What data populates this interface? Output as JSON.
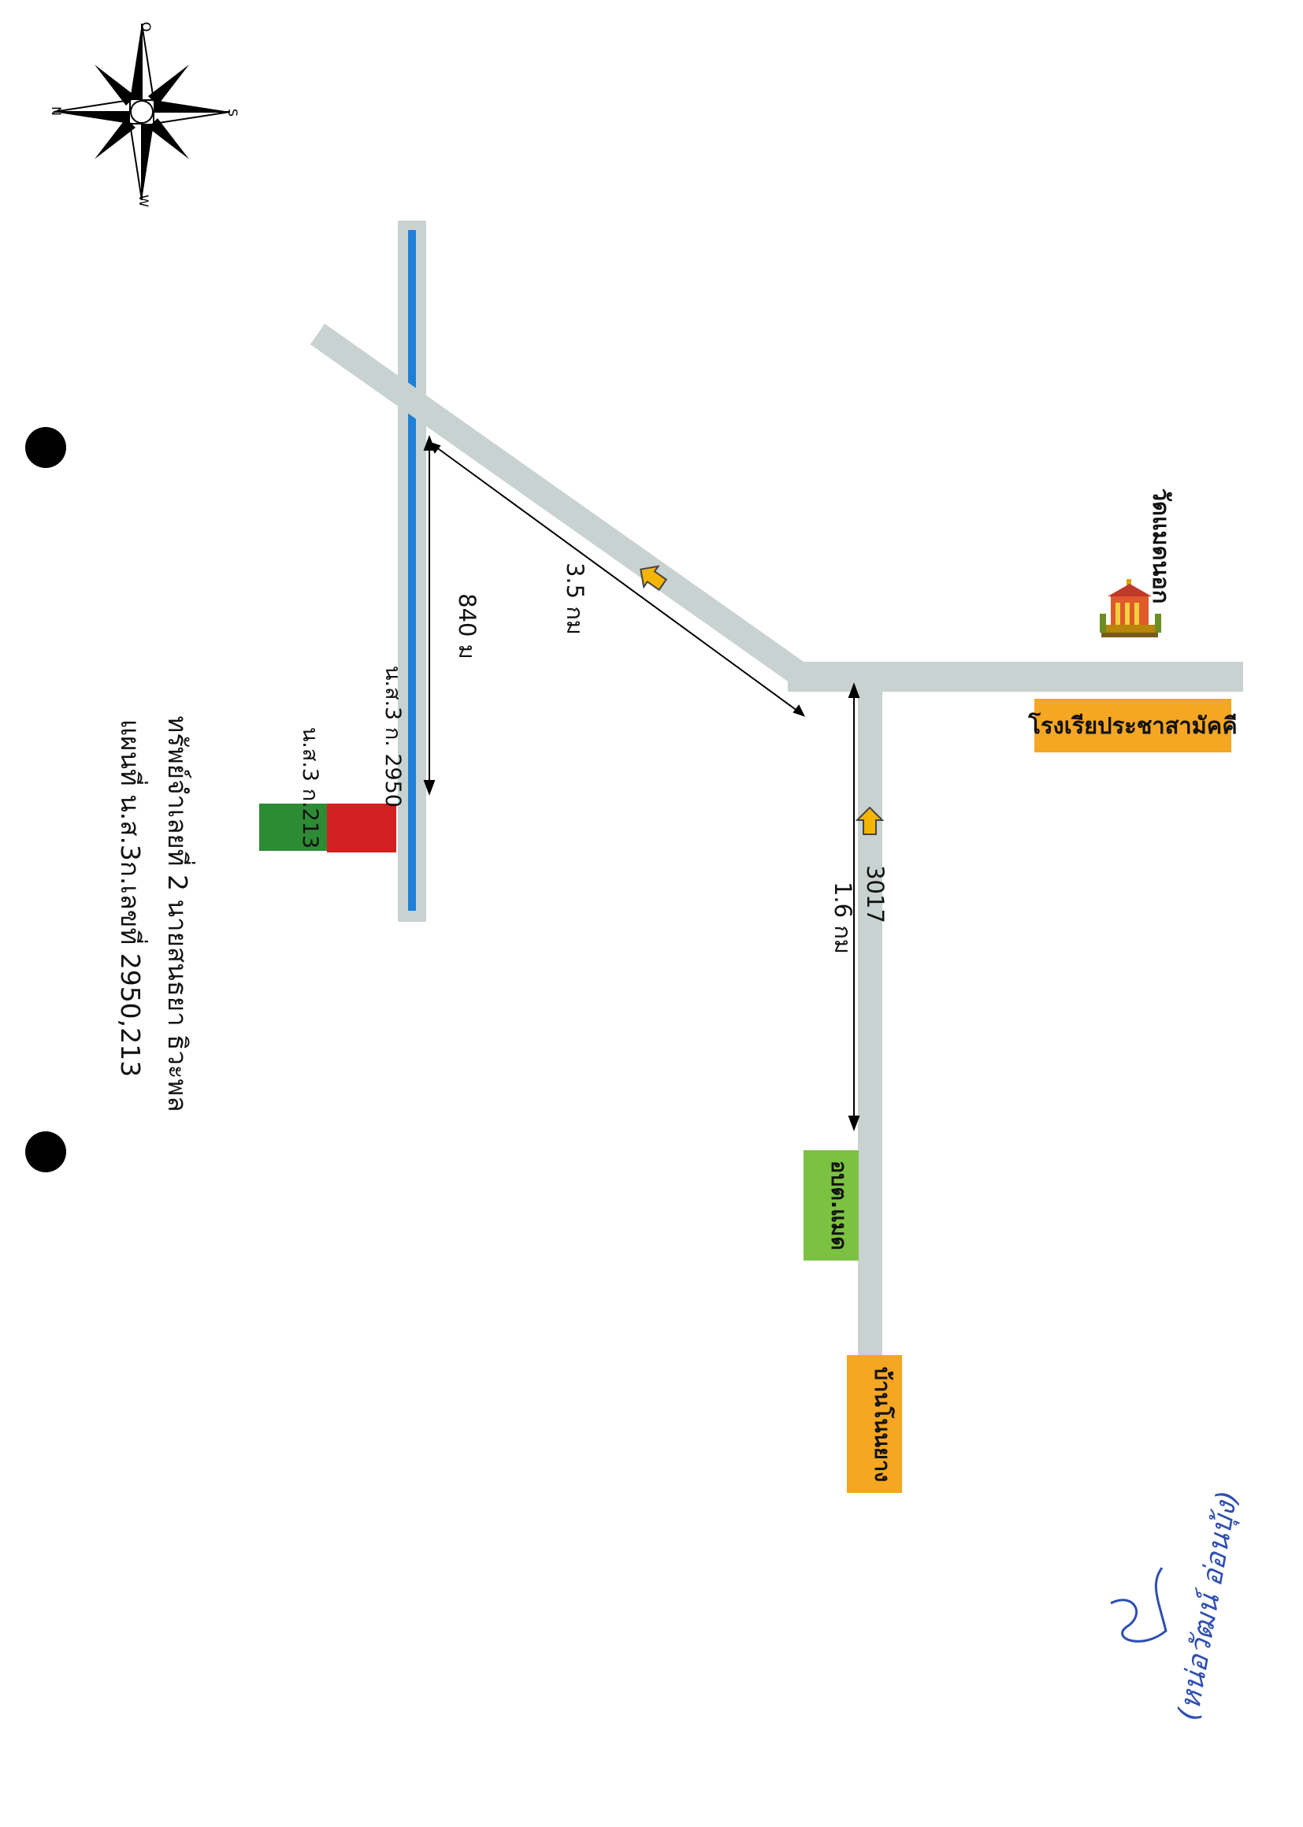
{
  "title": {
    "line1": "แผนที่ น.ส.3ก.เลขที่ 2950,213",
    "line2": "ทรัพย์จำเลยที่ 2 นายสนธยา  ธิวะพล"
  },
  "compass": {
    "n": "N",
    "s": "S",
    "w": "W",
    "e": "O"
  },
  "parcels": {
    "parcel_213": "น.ส.3 ก.213",
    "parcel_2950": "น.ส.3 ก. 2950"
  },
  "distances": {
    "d1": "840 ม",
    "d2": "3.5 กม",
    "d3": "1.6 กม"
  },
  "road_number": "3017",
  "places": {
    "temple": "วัดแมดนอก",
    "school": "โรงเรียประชาสามัคคี",
    "sao": "อบต.แมด",
    "village": "บ้านโนนยาง"
  },
  "signature_text": "(หน่อวัฒน์ อ่อนบุ้ง)",
  "colors": {
    "road": "#c8d2d0",
    "canal": "#1f7fd6",
    "parcel_213": "#2e8b35",
    "parcel_2950": "#d42020",
    "label_orange": "#f5a623",
    "label_green": "#7cc242",
    "arrow_fill": "#f5b400"
  }
}
